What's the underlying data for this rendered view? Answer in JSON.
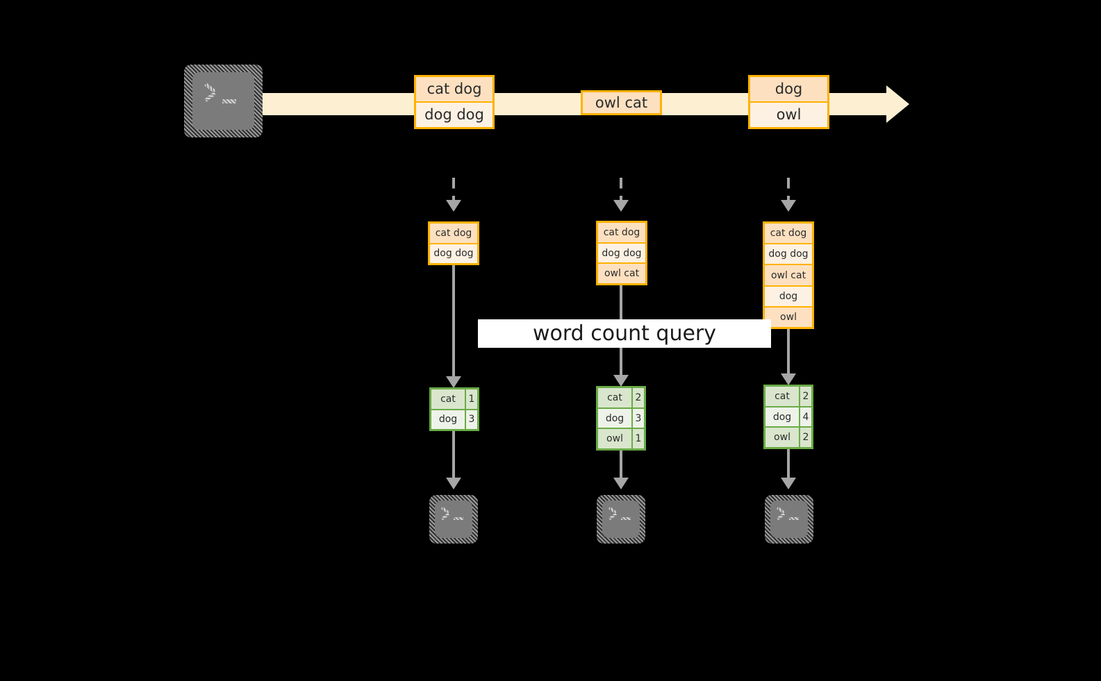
{
  "diagram": {
    "title_label": "word count query",
    "colors": {
      "background": "#000000",
      "stream": "#fdf0d2",
      "record_border": "#ffb200",
      "record_fill_dark": "#fde0c0",
      "record_fill_light": "#fdf1e3",
      "result_border": "#6aab46",
      "result_fill_dark": "#d9e6cd",
      "result_fill_light": "#eef3e9",
      "connector": "#a6a6a6",
      "terminal_body": "#7b7b7b",
      "label_background": "#ffffff"
    },
    "source": {
      "icon": "terminal-icon"
    },
    "stream": {
      "direction": "right",
      "records": [
        {
          "lines": [
            "cat dog",
            "dog dog"
          ]
        },
        {
          "lines": [
            "owl cat"
          ]
        },
        {
          "lines": [
            "dog",
            "owl"
          ]
        }
      ]
    },
    "snapshots": [
      {
        "id": "snapshot-1",
        "input_rows": [
          "cat dog",
          "dog dog"
        ],
        "result_header": null,
        "result_rows": [
          {
            "word": "cat",
            "count": "1"
          },
          {
            "word": "dog",
            "count": "3"
          }
        ],
        "sink_icon": "terminal-icon"
      },
      {
        "id": "snapshot-2",
        "input_rows": [
          "cat dog",
          "dog dog",
          "owl cat"
        ],
        "result_header": null,
        "result_rows": [
          {
            "word": "cat",
            "count": "2"
          },
          {
            "word": "dog",
            "count": "3"
          },
          {
            "word": "owl",
            "count": "1"
          }
        ],
        "sink_icon": "terminal-icon"
      },
      {
        "id": "snapshot-3",
        "input_rows": [
          "cat dog",
          "dog dog",
          "owl cat",
          "dog",
          "owl"
        ],
        "result_header": null,
        "result_rows": [
          {
            "word": "cat",
            "count": "2"
          },
          {
            "word": "dog",
            "count": "4"
          },
          {
            "word": "owl",
            "count": "2"
          }
        ],
        "sink_icon": "terminal-icon"
      }
    ]
  }
}
